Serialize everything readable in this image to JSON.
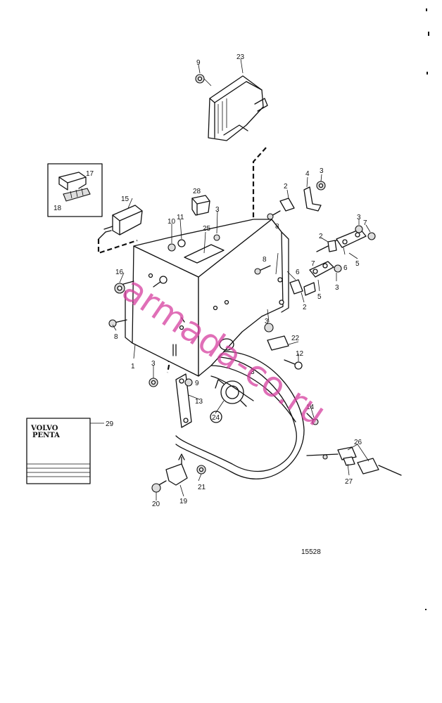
{
  "figure_number": "15528",
  "watermark": "armada-co.ru",
  "booklet": {
    "line1": "VOLVO",
    "line2": "PENTA"
  },
  "labels": [
    "1",
    "2",
    "3",
    "4",
    "5",
    "6",
    "7",
    "8",
    "9",
    "10",
    "11",
    "12",
    "13",
    "14",
    "15",
    "16",
    "17",
    "18",
    "19",
    "20",
    "21",
    "22",
    "23",
    "24",
    "25",
    "26",
    "27",
    "28",
    "29"
  ]
}
